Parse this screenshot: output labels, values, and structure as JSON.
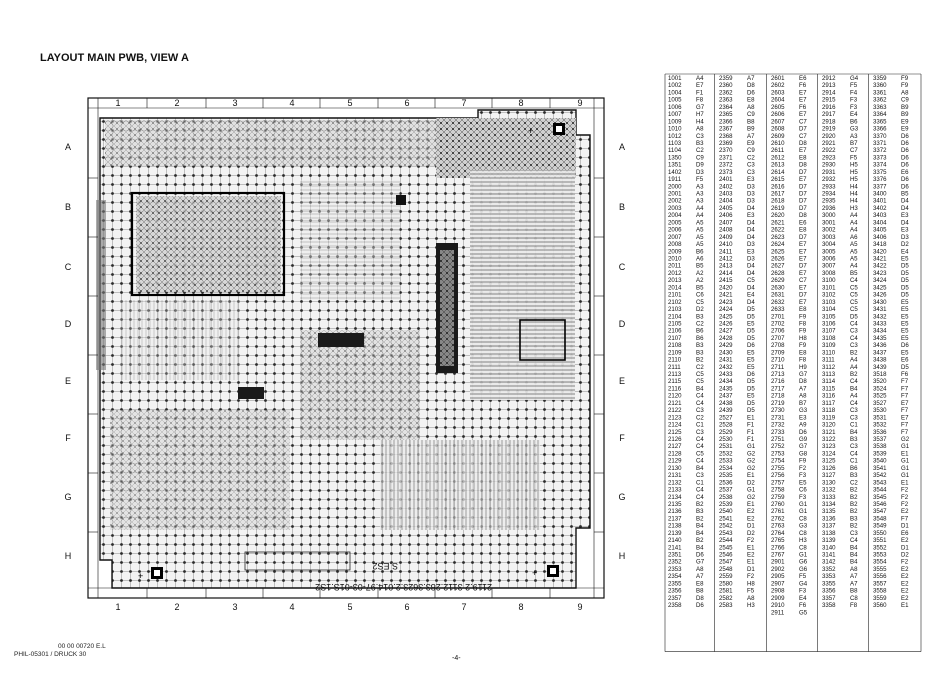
{
  "title": "LAYOUT MAIN PWB, VIEW A",
  "grid": {
    "col_labels": [
      "1",
      "2",
      "3",
      "4",
      "5",
      "6",
      "7",
      "8",
      "9"
    ],
    "row_labels": [
      "A",
      "B",
      "C",
      "D",
      "E",
      "F",
      "G",
      "H"
    ]
  },
  "board_text": {
    "line1": "2119.2 3112.283.3623.2.014.97-03-01S.1S2",
    "line2": "S.ES2"
  },
  "page_number": "-4-",
  "footer": {
    "doc_code": "PHIL-05301 / DRUCK 30",
    "ref": "00 00 00720 E.L"
  },
  "component_table": [
    [
      [
        "1001",
        "A4"
      ],
      [
        "1002",
        "E7"
      ],
      [
        "1004",
        "F1"
      ],
      [
        "1005",
        "F8"
      ],
      [
        "1006",
        "G7"
      ],
      [
        "1007",
        "H7"
      ],
      [
        "1009",
        "H4"
      ],
      [
        "1010",
        "A8"
      ],
      [
        "1012",
        "C3"
      ],
      [
        "1103",
        "B3"
      ],
      [
        "1104",
        "C2"
      ],
      [
        "1350",
        "C9"
      ],
      [
        "1351",
        "D9"
      ],
      [
        "1402",
        "D3"
      ],
      [
        "1911",
        "F5"
      ],
      [
        "2000",
        "A3"
      ],
      [
        "2001",
        "A3"
      ],
      [
        "2002",
        "A3"
      ],
      [
        "2003",
        "A4"
      ],
      [
        "2004",
        "A4"
      ],
      [
        "2005",
        "A5"
      ],
      [
        "2006",
        "A5"
      ],
      [
        "2007",
        "A5"
      ],
      [
        "2008",
        "A5"
      ],
      [
        "2009",
        "B6"
      ],
      [
        "2010",
        "A6"
      ],
      [
        "2011",
        "B5"
      ],
      [
        "2012",
        "A2"
      ],
      [
        "2013",
        "A2"
      ],
      [
        "2014",
        "B5"
      ],
      [
        "2101",
        "C6"
      ],
      [
        "2102",
        "C5"
      ],
      [
        "2103",
        "D2"
      ],
      [
        "2104",
        "B3"
      ],
      [
        "2105",
        "C2"
      ],
      [
        "2106",
        "B6"
      ],
      [
        "2107",
        "B6"
      ],
      [
        "2108",
        "B3"
      ],
      [
        "2109",
        "B3"
      ],
      [
        "2110",
        "B2"
      ],
      [
        "2111",
        "C2"
      ],
      [
        "2113",
        "C5"
      ],
      [
        "2115",
        "C5"
      ],
      [
        "2116",
        "B4"
      ],
      [
        "2120",
        "C4"
      ],
      [
        "2121",
        "C4"
      ],
      [
        "2122",
        "C3"
      ],
      [
        "2123",
        "C2"
      ],
      [
        "2124",
        "C1"
      ],
      [
        "2125",
        "C3"
      ],
      [
        "2126",
        "C4"
      ],
      [
        "2127",
        "C4"
      ],
      [
        "2128",
        "C5"
      ],
      [
        "2129",
        "C4"
      ],
      [
        "2130",
        "B4"
      ],
      [
        "2131",
        "C3"
      ],
      [
        "2132",
        "C1"
      ],
      [
        "2133",
        "C4"
      ],
      [
        "2134",
        "C4"
      ],
      [
        "2135",
        "B2"
      ],
      [
        "2136",
        "B3"
      ],
      [
        "2137",
        "B2"
      ],
      [
        "2138",
        "B4"
      ],
      [
        "2139",
        "B4"
      ],
      [
        "2140",
        "B2"
      ],
      [
        "2141",
        "B4"
      ],
      [
        "2351",
        "D6"
      ],
      [
        "2352",
        "G7"
      ],
      [
        "2353",
        "A8"
      ],
      [
        "2354",
        "A7"
      ],
      [
        "2355",
        "E8"
      ],
      [
        "2356",
        "B8"
      ],
      [
        "2357",
        "D8"
      ],
      [
        "2358",
        "D6"
      ]
    ],
    [
      [
        "2359",
        "A7"
      ],
      [
        "2360",
        "D8"
      ],
      [
        "2362",
        "D6"
      ],
      [
        "2363",
        "E8"
      ],
      [
        "2364",
        "A8"
      ],
      [
        "2365",
        "C9"
      ],
      [
        "2366",
        "B8"
      ],
      [
        "2367",
        "B9"
      ],
      [
        "2368",
        "A7"
      ],
      [
        "2369",
        "E9"
      ],
      [
        "2370",
        "C9"
      ],
      [
        "2371",
        "C2"
      ],
      [
        "2372",
        "C3"
      ],
      [
        "2373",
        "C3"
      ],
      [
        "2401",
        "E3"
      ],
      [
        "2402",
        "D3"
      ],
      [
        "2403",
        "D3"
      ],
      [
        "2404",
        "D3"
      ],
      [
        "2405",
        "D4"
      ],
      [
        "2406",
        "E3"
      ],
      [
        "2407",
        "D4"
      ],
      [
        "2408",
        "D4"
      ],
      [
        "2409",
        "D4"
      ],
      [
        "2410",
        "D3"
      ],
      [
        "2411",
        "E3"
      ],
      [
        "2412",
        "D3"
      ],
      [
        "2413",
        "D4"
      ],
      [
        "2414",
        "D4"
      ],
      [
        "2415",
        "C5"
      ],
      [
        "2420",
        "D4"
      ],
      [
        "2421",
        "E4"
      ],
      [
        "2423",
        "D4"
      ],
      [
        "2424",
        "D5"
      ],
      [
        "2425",
        "D5"
      ],
      [
        "2426",
        "E5"
      ],
      [
        "2427",
        "D5"
      ],
      [
        "2428",
        "D5"
      ],
      [
        "2429",
        "D6"
      ],
      [
        "2430",
        "E5"
      ],
      [
        "2431",
        "E5"
      ],
      [
        "2432",
        "E5"
      ],
      [
        "2433",
        "D6"
      ],
      [
        "2434",
        "D5"
      ],
      [
        "2435",
        "D5"
      ],
      [
        "2437",
        "E5"
      ],
      [
        "2438",
        "D5"
      ],
      [
        "2439",
        "D5"
      ],
      [
        "2527",
        "E1"
      ],
      [
        "2528",
        "F1"
      ],
      [
        "2529",
        "F1"
      ],
      [
        "2530",
        "F1"
      ],
      [
        "2531",
        "G1"
      ],
      [
        "2532",
        "G2"
      ],
      [
        "2533",
        "G2"
      ],
      [
        "2534",
        "G2"
      ],
      [
        "2535",
        "E1"
      ],
      [
        "2536",
        "D2"
      ],
      [
        "2537",
        "G1"
      ],
      [
        "2538",
        "G2"
      ],
      [
        "2539",
        "E1"
      ],
      [
        "2540",
        "E2"
      ],
      [
        "2541",
        "E2"
      ],
      [
        "2542",
        "D1"
      ],
      [
        "2543",
        "D2"
      ],
      [
        "2544",
        "F2"
      ],
      [
        "2545",
        "E1"
      ],
      [
        "2546",
        "E2"
      ],
      [
        "2547",
        "E1"
      ],
      [
        "2548",
        "D1"
      ],
      [
        "2559",
        "F2"
      ],
      [
        "2580",
        "H8"
      ],
      [
        "2581",
        "F5"
      ],
      [
        "2582",
        "A8"
      ],
      [
        "2583",
        "H3"
      ]
    ],
    [
      [
        "2601",
        "E6"
      ],
      [
        "2602",
        "F6"
      ],
      [
        "2603",
        "E7"
      ],
      [
        "2604",
        "E7"
      ],
      [
        "2605",
        "F6"
      ],
      [
        "2606",
        "E7"
      ],
      [
        "2607",
        "C7"
      ],
      [
        "2608",
        "D7"
      ],
      [
        "2609",
        "C7"
      ],
      [
        "2610",
        "D8"
      ],
      [
        "2611",
        "E7"
      ],
      [
        "2612",
        "E8"
      ],
      [
        "2613",
        "D8"
      ],
      [
        "2614",
        "D7"
      ],
      [
        "2615",
        "E7"
      ],
      [
        "2616",
        "D7"
      ],
      [
        "2617",
        "D7"
      ],
      [
        "2618",
        "D7"
      ],
      [
        "2619",
        "D7"
      ],
      [
        "2620",
        "D8"
      ],
      [
        "2621",
        "E6"
      ],
      [
        "2622",
        "E8"
      ],
      [
        "2623",
        "D7"
      ],
      [
        "2624",
        "E7"
      ],
      [
        "2625",
        "E7"
      ],
      [
        "2626",
        "E7"
      ],
      [
        "2627",
        "D7"
      ],
      [
        "2628",
        "E7"
      ],
      [
        "2629",
        "C7"
      ],
      [
        "2630",
        "E7"
      ],
      [
        "2631",
        "D7"
      ],
      [
        "2632",
        "E7"
      ],
      [
        "2633",
        "E8"
      ],
      [
        "2701",
        "F9"
      ],
      [
        "2702",
        "F8"
      ],
      [
        "2706",
        "F9"
      ],
      [
        "2707",
        "H8"
      ],
      [
        "2708",
        "F9"
      ],
      [
        "2709",
        "E8"
      ],
      [
        "2710",
        "F8"
      ],
      [
        "2711",
        "H9"
      ],
      [
        "2713",
        "G7"
      ],
      [
        "2716",
        "D8"
      ],
      [
        "2717",
        "A7"
      ],
      [
        "2718",
        "A8"
      ],
      [
        "2719",
        "B7"
      ],
      [
        "2730",
        "G3"
      ],
      [
        "2731",
        "E3"
      ],
      [
        "2732",
        "A9"
      ],
      [
        "2733",
        "D6"
      ],
      [
        "2751",
        "G9"
      ],
      [
        "2752",
        "G7"
      ],
      [
        "2753",
        "G8"
      ],
      [
        "2754",
        "F9"
      ],
      [
        "2755",
        "F2"
      ],
      [
        "2756",
        "F3"
      ],
      [
        "2757",
        "E5"
      ],
      [
        "2758",
        "C6"
      ],
      [
        "2759",
        "F3"
      ],
      [
        "2760",
        "G1"
      ],
      [
        "2761",
        "G1"
      ],
      [
        "2762",
        "C8"
      ],
      [
        "2763",
        "G3"
      ],
      [
        "2764",
        "C8"
      ],
      [
        "2765",
        "H3"
      ],
      [
        "2766",
        "C8"
      ],
      [
        "2767",
        "G1"
      ],
      [
        "2901",
        "G6"
      ],
      [
        "2902",
        "G6"
      ],
      [
        "2905",
        "F5"
      ],
      [
        "2907",
        "G4"
      ],
      [
        "2908",
        "F3"
      ],
      [
        "2909",
        "E4"
      ],
      [
        "2910",
        "F6"
      ],
      [
        "2911",
        "G5"
      ]
    ],
    [
      [
        "2912",
        "G4"
      ],
      [
        "2913",
        "F5"
      ],
      [
        "2914",
        "F4"
      ],
      [
        "2915",
        "F3"
      ],
      [
        "2916",
        "F3"
      ],
      [
        "2917",
        "E4"
      ],
      [
        "2918",
        "B6"
      ],
      [
        "2919",
        "G3"
      ],
      [
        "2920",
        "A3"
      ],
      [
        "2921",
        "B7"
      ],
      [
        "2922",
        "C7"
      ],
      [
        "2923",
        "F5"
      ],
      [
        "2930",
        "H5"
      ],
      [
        "2931",
        "H5"
      ],
      [
        "2932",
        "H5"
      ],
      [
        "2933",
        "H4"
      ],
      [
        "2934",
        "H4"
      ],
      [
        "2935",
        "H4"
      ],
      [
        "2936",
        "H3"
      ],
      [
        "3000",
        "A4"
      ],
      [
        "3001",
        "A4"
      ],
      [
        "3002",
        "A4"
      ],
      [
        "3003",
        "A6"
      ],
      [
        "3004",
        "A5"
      ],
      [
        "3005",
        "A5"
      ],
      [
        "3006",
        "A5"
      ],
      [
        "3007",
        "A4"
      ],
      [
        "3008",
        "B5"
      ],
      [
        "3100",
        "C4"
      ],
      [
        "3101",
        "C5"
      ],
      [
        "3102",
        "C5"
      ],
      [
        "3103",
        "C5"
      ],
      [
        "3104",
        "C5"
      ],
      [
        "3105",
        "D5"
      ],
      [
        "3106",
        "C4"
      ],
      [
        "3107",
        "C3"
      ],
      [
        "3108",
        "C4"
      ],
      [
        "3109",
        "C3"
      ],
      [
        "3110",
        "B2"
      ],
      [
        "3111",
        "A4"
      ],
      [
        "3112",
        "A4"
      ],
      [
        "3113",
        "B2"
      ],
      [
        "3114",
        "C4"
      ],
      [
        "3115",
        "B4"
      ],
      [
        "3116",
        "A4"
      ],
      [
        "3117",
        "C4"
      ],
      [
        "3118",
        "C3"
      ],
      [
        "3119",
        "C3"
      ],
      [
        "3120",
        "C1"
      ],
      [
        "3121",
        "B4"
      ],
      [
        "3122",
        "B3"
      ],
      [
        "3123",
        "C3"
      ],
      [
        "3124",
        "C4"
      ],
      [
        "3125",
        "C1"
      ],
      [
        "3126",
        "B6"
      ],
      [
        "3127",
        "B3"
      ],
      [
        "3130",
        "C2"
      ],
      [
        "3132",
        "B2"
      ],
      [
        "3133",
        "B2"
      ],
      [
        "3134",
        "B2"
      ],
      [
        "3135",
        "B2"
      ],
      [
        "3136",
        "B3"
      ],
      [
        "3137",
        "B2"
      ],
      [
        "3138",
        "C3"
      ],
      [
        "3139",
        "C4"
      ],
      [
        "3140",
        "B4"
      ],
      [
        "3141",
        "B4"
      ],
      [
        "3142",
        "B4"
      ],
      [
        "3352",
        "A8"
      ],
      [
        "3353",
        "A7"
      ],
      [
        "3355",
        "A7"
      ],
      [
        "3356",
        "B8"
      ],
      [
        "3357",
        "C8"
      ],
      [
        "3358",
        "F8"
      ]
    ],
    [
      [
        "3359",
        "F9"
      ],
      [
        "3360",
        "F9"
      ],
      [
        "3361",
        "A8"
      ],
      [
        "3362",
        "C9"
      ],
      [
        "3363",
        "B9"
      ],
      [
        "3364",
        "B9"
      ],
      [
        "3365",
        "E9"
      ],
      [
        "3366",
        "E9"
      ],
      [
        "3370",
        "D6"
      ],
      [
        "3371",
        "D6"
      ],
      [
        "3372",
        "D6"
      ],
      [
        "3373",
        "D6"
      ],
      [
        "3374",
        "D6"
      ],
      [
        "3375",
        "E6"
      ],
      [
        "3376",
        "D6"
      ],
      [
        "3377",
        "D6"
      ],
      [
        "3400",
        "B5"
      ],
      [
        "3401",
        "D4"
      ],
      [
        "3402",
        "D4"
      ],
      [
        "3403",
        "E3"
      ],
      [
        "3404",
        "D4"
      ],
      [
        "3405",
        "E3"
      ],
      [
        "3406",
        "D3"
      ],
      [
        "3418",
        "D2"
      ],
      [
        "3420",
        "E4"
      ],
      [
        "3421",
        "E5"
      ],
      [
        "3422",
        "D5"
      ],
      [
        "3423",
        "D5"
      ],
      [
        "3424",
        "D5"
      ],
      [
        "3425",
        "D5"
      ],
      [
        "3426",
        "D5"
      ],
      [
        "3430",
        "E5"
      ],
      [
        "3431",
        "E5"
      ],
      [
        "3432",
        "E5"
      ],
      [
        "3433",
        "E5"
      ],
      [
        "3434",
        "E5"
      ],
      [
        "3435",
        "E5"
      ],
      [
        "3436",
        "D6"
      ],
      [
        "3437",
        "E5"
      ],
      [
        "3438",
        "E6"
      ],
      [
        "3439",
        "D5"
      ],
      [
        "3518",
        "F6"
      ],
      [
        "3520",
        "F7"
      ],
      [
        "3524",
        "F7"
      ],
      [
        "3525",
        "F7"
      ],
      [
        "3527",
        "E7"
      ],
      [
        "3530",
        "F7"
      ],
      [
        "3531",
        "E7"
      ],
      [
        "3532",
        "F7"
      ],
      [
        "3536",
        "F7"
      ],
      [
        "3537",
        "G2"
      ],
      [
        "3538",
        "G1"
      ],
      [
        "3539",
        "E1"
      ],
      [
        "3540",
        "G1"
      ],
      [
        "3541",
        "G1"
      ],
      [
        "3542",
        "G1"
      ],
      [
        "3543",
        "E1"
      ],
      [
        "3544",
        "F2"
      ],
      [
        "3545",
        "F2"
      ],
      [
        "3546",
        "F2"
      ],
      [
        "3547",
        "E2"
      ],
      [
        "3548",
        "F7"
      ],
      [
        "3549",
        "D1"
      ],
      [
        "3550",
        "E6"
      ],
      [
        "3551",
        "E2"
      ],
      [
        "3552",
        "D1"
      ],
      [
        "3553",
        "D2"
      ],
      [
        "3554",
        "F2"
      ],
      [
        "3555",
        "E2"
      ],
      [
        "3556",
        "E2"
      ],
      [
        "3557",
        "E2"
      ],
      [
        "3558",
        "E2"
      ],
      [
        "3559",
        "E2"
      ],
      [
        "3560",
        "E1"
      ]
    ]
  ]
}
